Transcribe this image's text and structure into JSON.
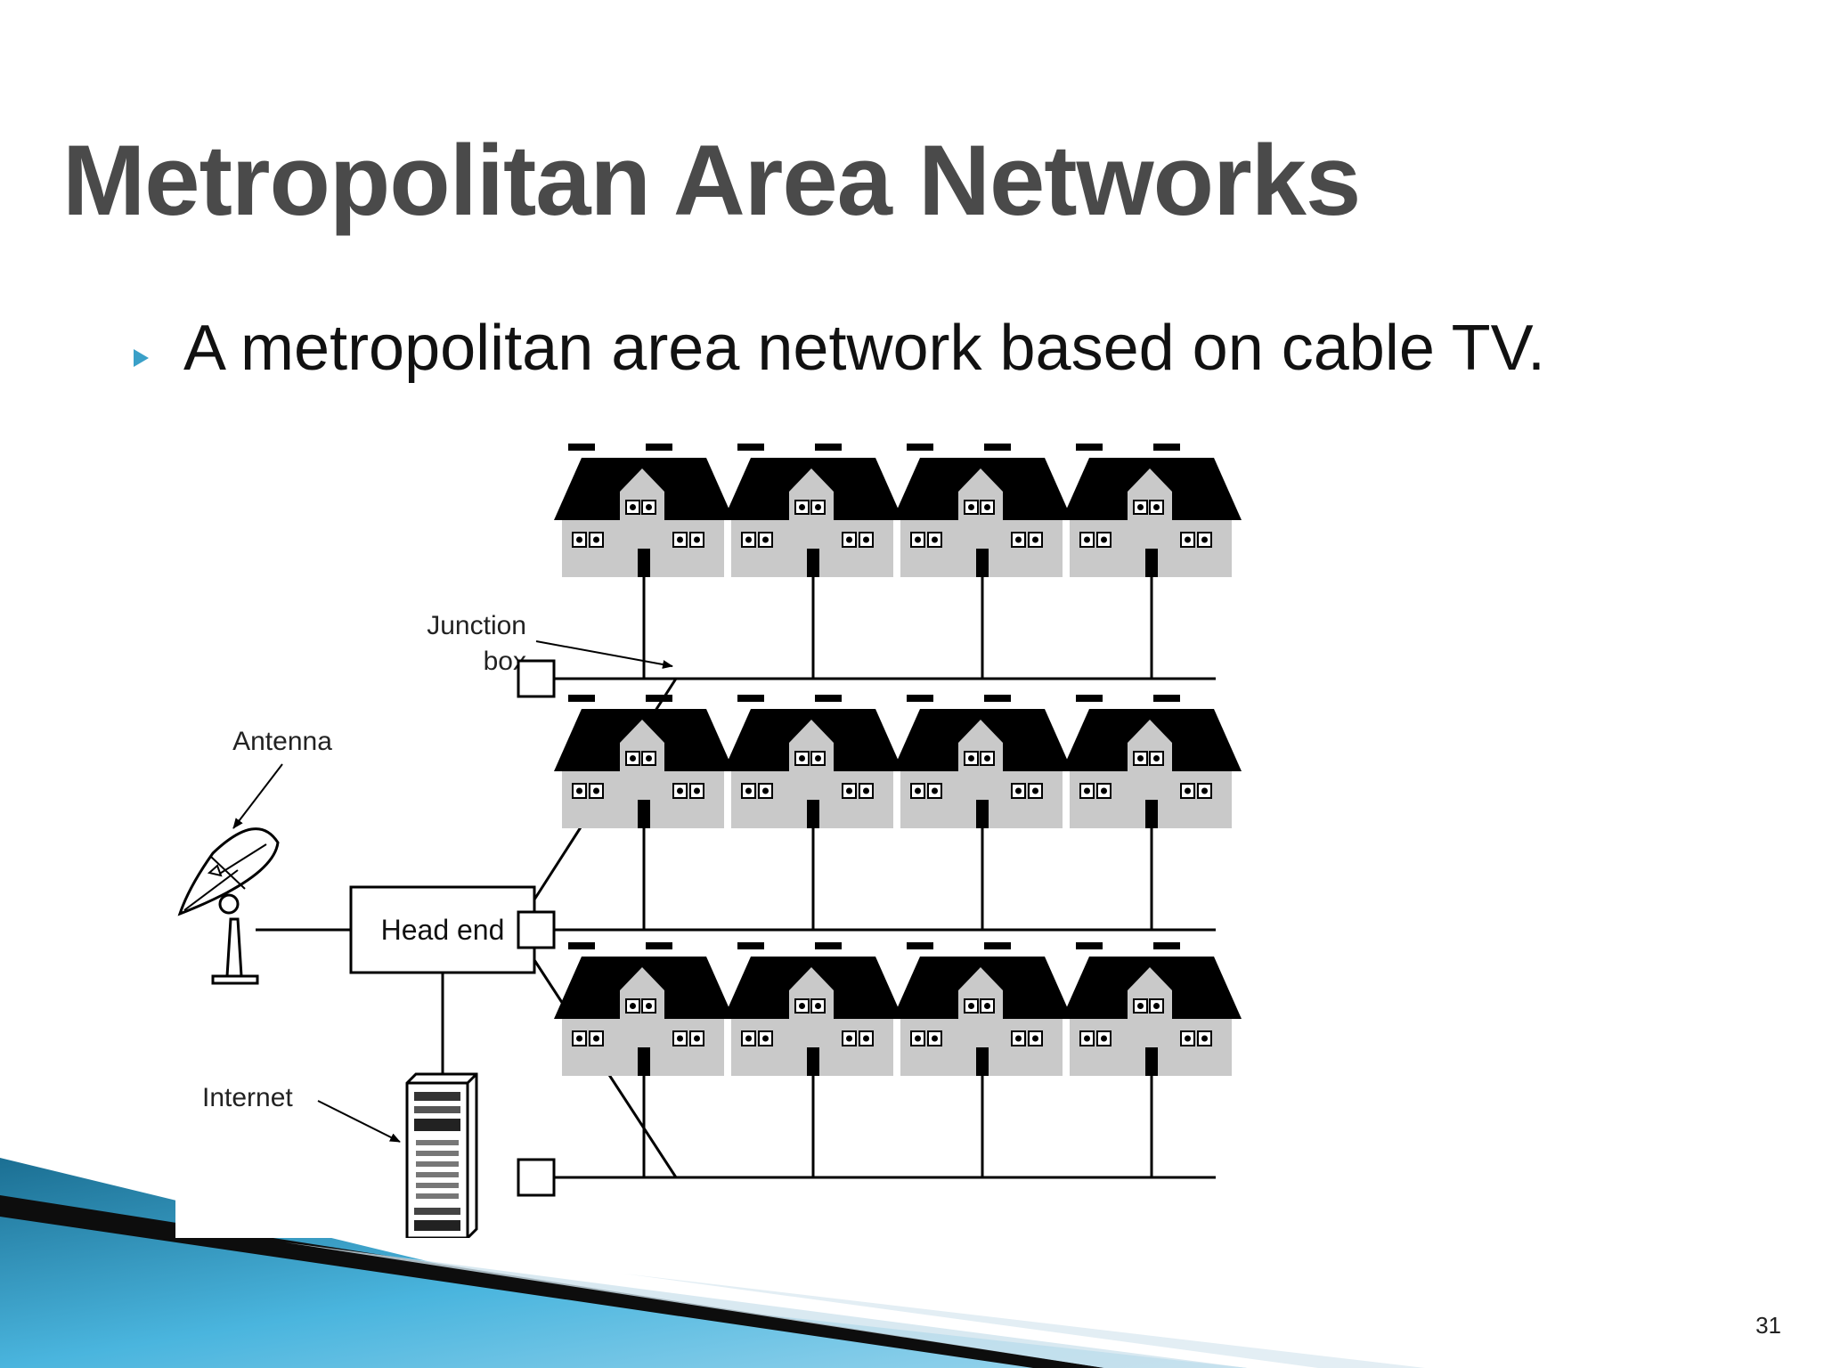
{
  "slide": {
    "title": "Metropolitan Area Networks",
    "bullet": "A metropolitan area network based on cable TV.",
    "page_number": "31",
    "accent_color": "#3aa0c8"
  },
  "diagram": {
    "labels": {
      "junction_line1": "Junction",
      "junction_line2": "box",
      "antenna": "Antenna",
      "head_end": "Head end",
      "internet": "Internet"
    },
    "house_rows": 3,
    "houses_per_row": 4,
    "junction_boxes": 3
  }
}
